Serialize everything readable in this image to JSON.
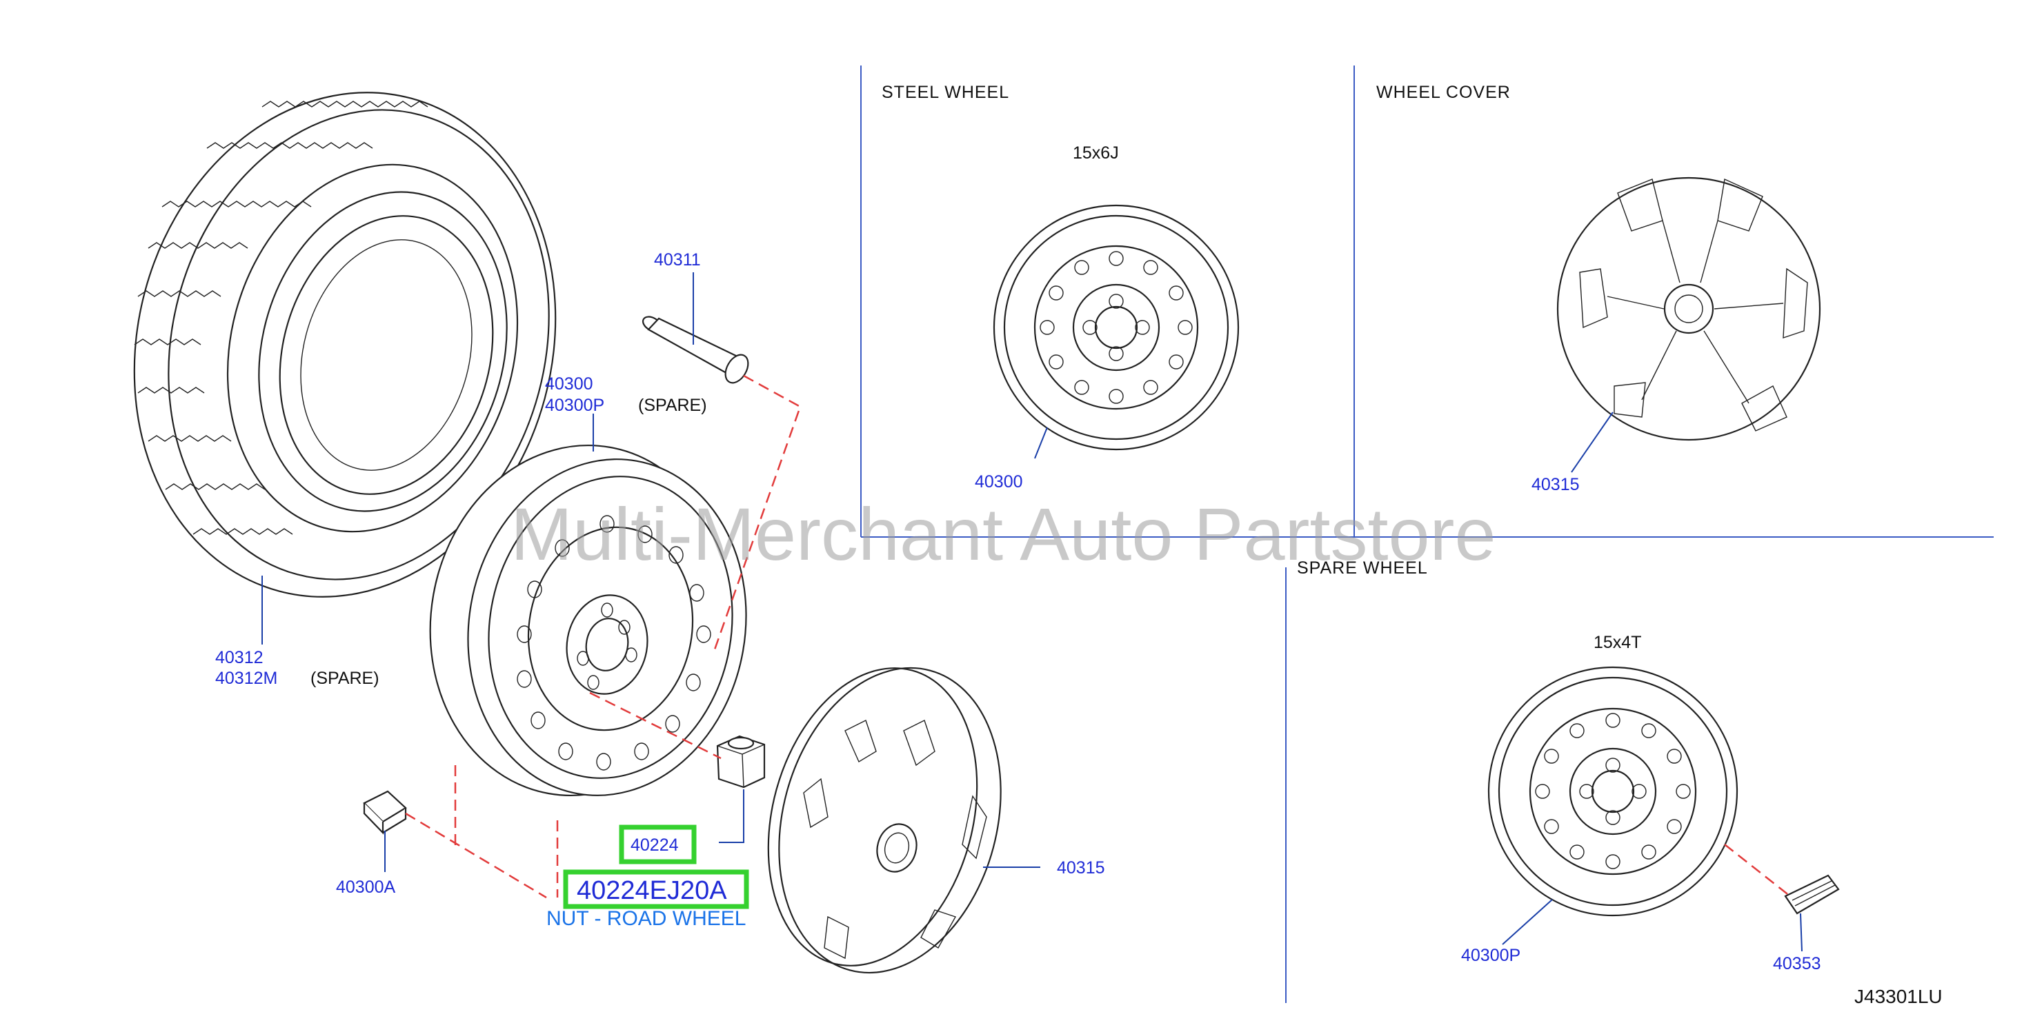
{
  "sections": {
    "steel_wheel": {
      "title": "STEEL   WHEEL",
      "size": "15x6J"
    },
    "wheel_cover": {
      "title": "WHEEL   COVER"
    },
    "spare_wheel": {
      "title": "SPARE   WHEEL",
      "size": "15x4T"
    }
  },
  "callouts": {
    "valve": "40311",
    "wheel": "40300",
    "wheel_spare": "40300P",
    "wheel_spare_note": "(SPARE)",
    "tire": "40312",
    "tire_spare": "40312M",
    "tire_spare_note": "(SPARE)",
    "weight": "40300A",
    "nut": "40224",
    "cover": "40315",
    "steel_wheel": "40300",
    "wheel_cover": "40315",
    "spare_wheel": "40300P",
    "spare_weight": "40353"
  },
  "highlight": {
    "part_number": "40224EJ20A",
    "description": "NUT - ROAD WHEEL"
  },
  "watermark": "Multi-Merchant Auto Partstore",
  "diagram_code": "J43301LU",
  "colors": {
    "part_number": "#1f2bd6",
    "highlight_box": "#35d12f",
    "dashed_leader": "#e23b3b",
    "description": "#1a73e8"
  }
}
